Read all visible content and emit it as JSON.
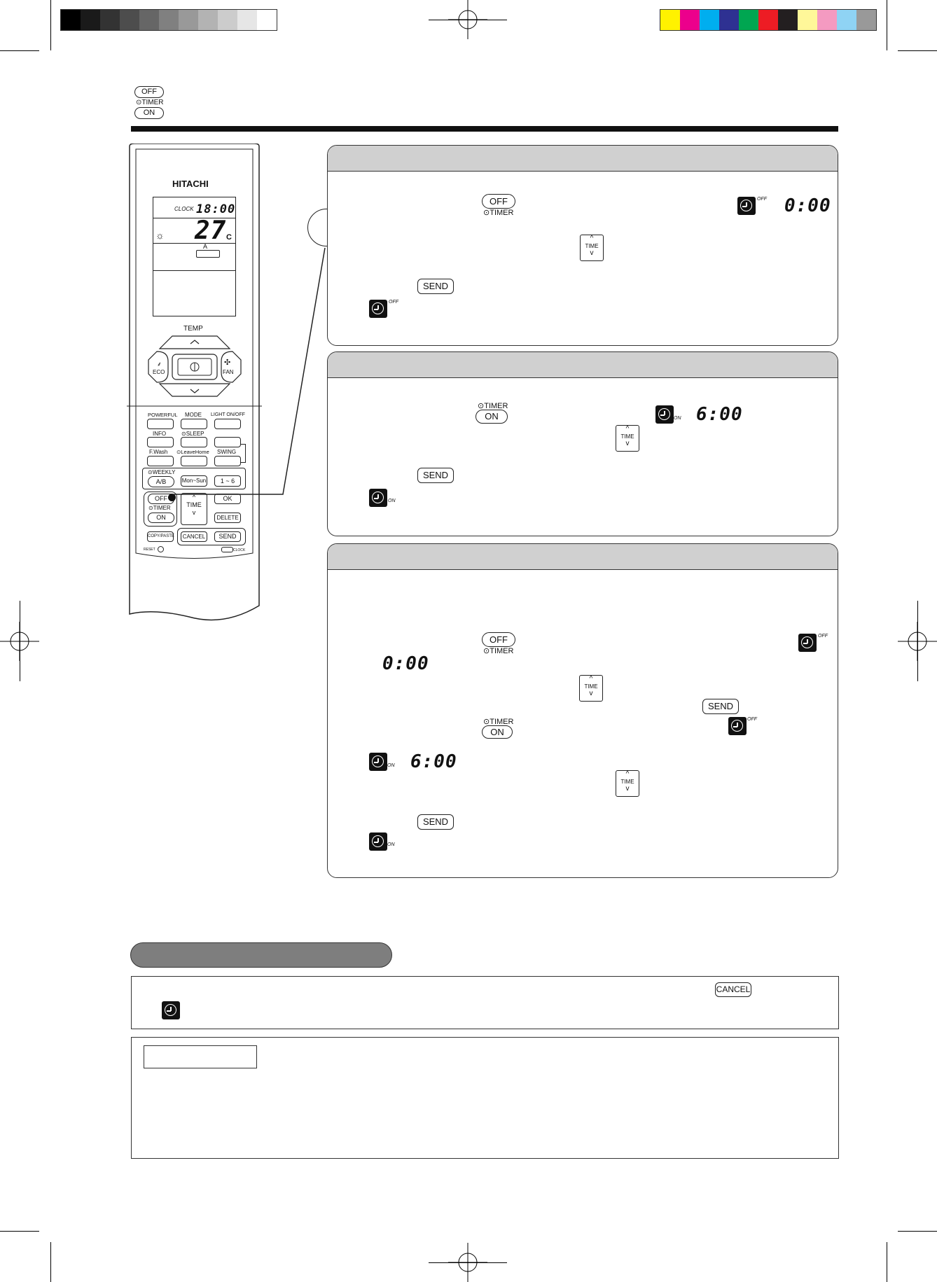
{
  "header": {
    "off_label": "OFF",
    "timer_label": "TIMER",
    "on_label": "ON"
  },
  "remote": {
    "brand": "HITACHI",
    "clock_label": "CLOCK",
    "clock_value": "18:00",
    "temp_value": "27",
    "temp_unit": "C",
    "auto_indicator": "A",
    "temp_label": "TEMP",
    "eco_label": "ECO",
    "fan_label": "FAN",
    "powerful_label": "POWERFUL",
    "mode_label": "MODE",
    "light_label": "LIGHT ON/OFF",
    "info_label": "INFO",
    "sleep_label": "SLEEP",
    "fwash_label": "F.Wash",
    "leavehome_label": "LeaveHome",
    "swing_label": "SWING",
    "weekly_label": "WEEKLY",
    "ab_label": "A/B",
    "monsun_label": "Mon~Sun",
    "range_label": "1 ~ 6",
    "off_label": "OFF",
    "timer_label": "TIMER",
    "on_label": "ON",
    "time_label": "TIME",
    "ok_label": "OK",
    "delete_label": "DELETE",
    "copypaste_label": "COPY/PASTE",
    "cancel_label": "CANCEL",
    "send_label": "SEND",
    "reset_label": "RESET",
    "clock_key_label": "CLOCK"
  },
  "section1": {
    "off_button": "OFF",
    "timer_caption": "TIMER",
    "off_indicator": "OFF",
    "display_time": "0:00",
    "time_key": "TIME",
    "send_button": "SEND",
    "status_off": "OFF"
  },
  "section2": {
    "timer_caption": "TIMER",
    "on_button": "ON",
    "on_indicator": "ON",
    "display_time": "6:00",
    "time_key": "TIME",
    "send_button": "SEND",
    "status_on": "ON"
  },
  "section3": {
    "off_button": "OFF",
    "timer_caption_1": "TIMER",
    "off_indicator": "OFF",
    "display_time_1": "0:00",
    "time_key_1": "TIME",
    "send_button_1": "SEND",
    "timer_caption_2": "TIMER",
    "on_button": "ON",
    "off_indicator_2": "OFF",
    "on_indicator": "ON",
    "display_time_2": "6:00",
    "time_key_2": "TIME",
    "send_button_2": "SEND",
    "status_on": "ON"
  },
  "cancel_box": {
    "cancel_button": "CANCEL"
  },
  "colors": {
    "grayscale": [
      "#000000",
      "#1a1a1a",
      "#333333",
      "#4d4d4d",
      "#666666",
      "#808080",
      "#999999",
      "#b3b3b3",
      "#cccccc",
      "#e6e6e6",
      "#ffffff"
    ],
    "process": [
      "#fff200",
      "#ec008c",
      "#00aeef",
      "#2e3192",
      "#00a651",
      "#ed1c24",
      "#231f20",
      "#fff799",
      "#f49ac1",
      "#8fd3f4",
      "#999999"
    ]
  }
}
